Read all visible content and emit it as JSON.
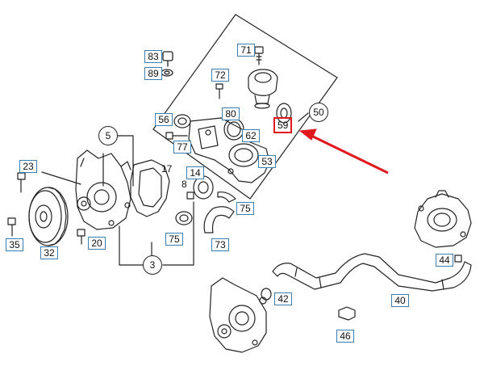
{
  "diagram": {
    "highlight_color": "#e0191f",
    "label_border_color": "#3a7fb0",
    "highlighted_part": "59",
    "part_labels": {
      "p83": "83",
      "p89": "89",
      "p71": "71",
      "p72": "72",
      "p50": "50",
      "p80": "80",
      "p56": "56",
      "p59": "59",
      "p62": "62",
      "p77": "77",
      "p53": "53",
      "p5": "5",
      "p23": "23",
      "p17": "17",
      "p14": "14",
      "p8": "8",
      "p75a": "75",
      "p75b": "75",
      "p73": "73",
      "p35": "35",
      "p20": "20",
      "p32": "32",
      "p3": "3",
      "p44": "44",
      "p42": "42",
      "p40": "40",
      "p46": "46"
    }
  }
}
